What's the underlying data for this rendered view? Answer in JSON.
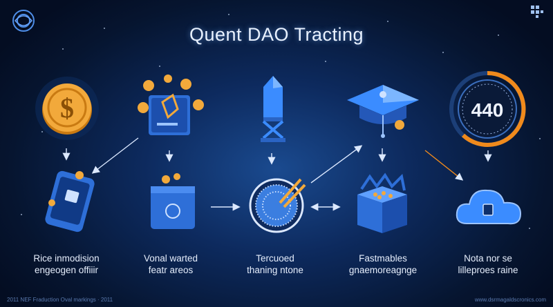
{
  "title": "Quent DAO Tracting",
  "captions": [
    {
      "line1": "Rice inmodision",
      "line2": "engeogen offiiir"
    },
    {
      "line1": "Vonal warted",
      "line2": "featr areos"
    },
    {
      "line1": "Tercuoed",
      "line2": "thaning ntone"
    },
    {
      "line1": "Fastmables",
      "line2": "gnaemoreagnge"
    },
    {
      "line1": "Nota nor se",
      "line2": "lilleproes raine"
    }
  ],
  "gauge": {
    "value": "440"
  },
  "footer": {
    "left": "2011 NEF Fraduction Oval markings · 2011",
    "right": "www.dsrmagaldscronics.com"
  },
  "colors": {
    "background": "#0a2352",
    "accent_blue": "#3b8cff",
    "coin_gold": "#f2a93b",
    "gauge_orange": "#f08a1c",
    "text": "#e6eefc"
  },
  "icons": [
    "logo-icon",
    "dollar-coin-icon",
    "envelope-coins-icon",
    "tower-icon",
    "graduation-cap-icon",
    "gauge-icon",
    "phone-icon",
    "box-icon",
    "sphere-icon",
    "crate-icon",
    "cloud-icon"
  ]
}
